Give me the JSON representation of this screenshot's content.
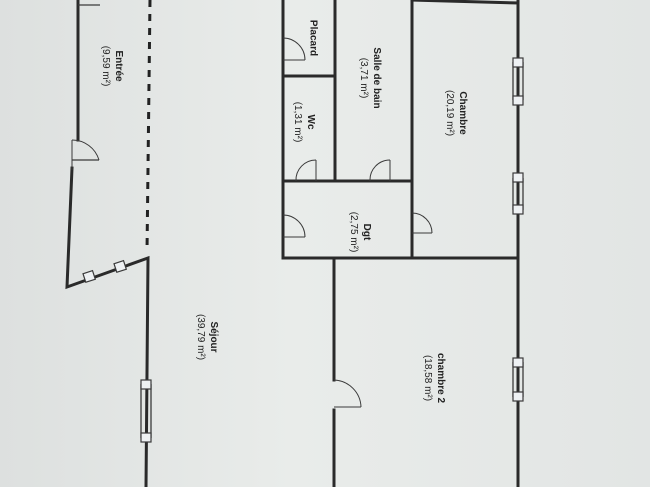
{
  "rooms": [
    {
      "id": "entree",
      "name": "Entrée",
      "area": "(9,59 m²)"
    },
    {
      "id": "placard",
      "name": "Placard",
      "area": ""
    },
    {
      "id": "salle-de-bain",
      "name": "Salle de bain",
      "area": "(3,71 m²)"
    },
    {
      "id": "chambre",
      "name": "Chambre",
      "area": "(20,19 m²)"
    },
    {
      "id": "wc",
      "name": "Wc",
      "area": "(1,31 m²)"
    },
    {
      "id": "dgt",
      "name": "Dgt",
      "area": "(2,75 m²)"
    },
    {
      "id": "sejour",
      "name": "Séjour",
      "area": "(39,79 m²)"
    },
    {
      "id": "chambre-2",
      "name": "chambre 2",
      "area": "(18,58 m²)"
    }
  ]
}
